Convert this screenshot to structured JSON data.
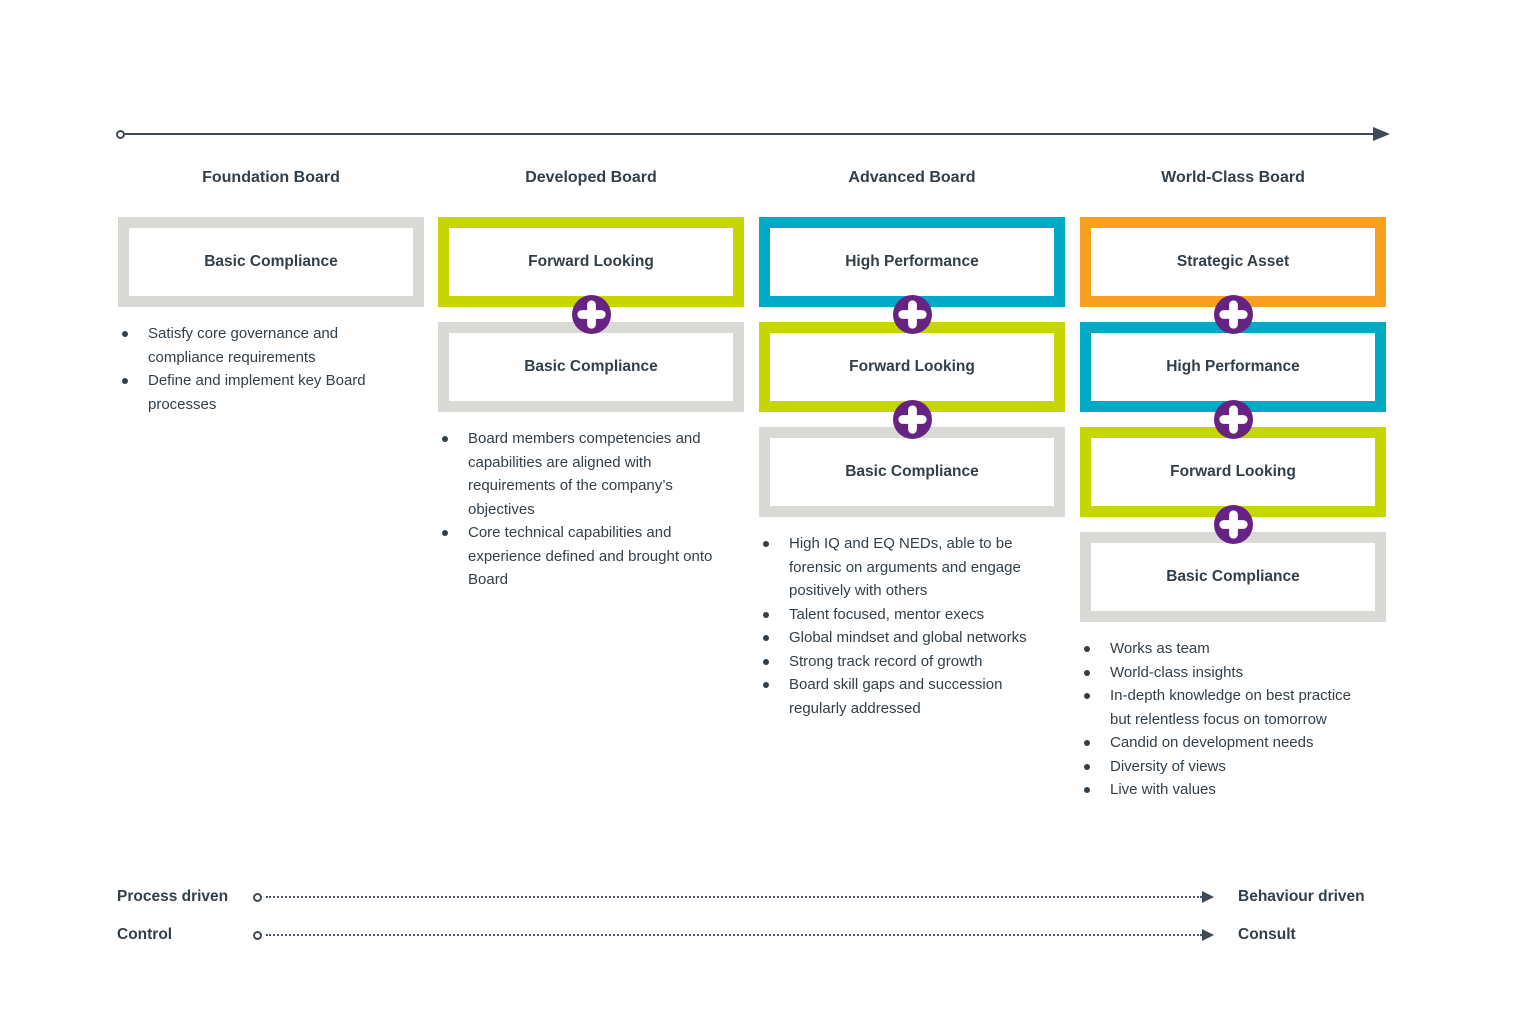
{
  "colors": {
    "text": "#333F48",
    "gray_frame": "#D9D9D6",
    "lime_frame": "#C6D600",
    "teal_frame": "#00AAC6",
    "orange_frame": "#F9A11E",
    "plus_purple": "#662383",
    "axis_line": "#3E4A59"
  },
  "columns": [
    {
      "title": "Foundation Board",
      "boxes": [
        {
          "label": "Basic Compliance",
          "color": "gray"
        }
      ],
      "bullets": [
        "Satisfy core governance and compliance requirements",
        "Define and implement key Board processes"
      ]
    },
    {
      "title": "Developed Board",
      "boxes": [
        {
          "label": "Forward Looking",
          "color": "lime"
        },
        {
          "label": "Basic Compliance",
          "color": "gray"
        }
      ],
      "bullets": [
        "Board members competencies and capabilities are aligned with requirements of the company’s objectives",
        "Core technical capabilities and experience defined and brought onto Board"
      ]
    },
    {
      "title": "Advanced Board",
      "boxes": [
        {
          "label": "High Performance",
          "color": "teal"
        },
        {
          "label": "Forward Looking",
          "color": "lime"
        },
        {
          "label": "Basic Compliance",
          "color": "gray"
        }
      ],
      "bullets": [
        "High IQ and EQ NEDs, able to be forensic on arguments and engage positively with others",
        "Talent focused, mentor execs",
        "Global mindset and global networks",
        "Strong track record of growth",
        "Board skill gaps and succession regularly addressed"
      ]
    },
    {
      "title": "World-Class Board",
      "boxes": [
        {
          "label": "Strategic Asset",
          "color": "orange"
        },
        {
          "label": "High Performance",
          "color": "teal"
        },
        {
          "label": "Forward Looking",
          "color": "lime"
        },
        {
          "label": "Basic Compliance",
          "color": "gray"
        }
      ],
      "bullets": [
        "Works as team",
        "World-class insights",
        "In-depth knowledge on best practice but relentless focus on tomorrow",
        "Candid on development needs",
        "Diversity of views",
        "Live with values"
      ]
    }
  ],
  "bottom_axes": [
    {
      "left": "Process driven",
      "right": "Behaviour driven"
    },
    {
      "left": "Control",
      "right": "Consult"
    }
  ]
}
